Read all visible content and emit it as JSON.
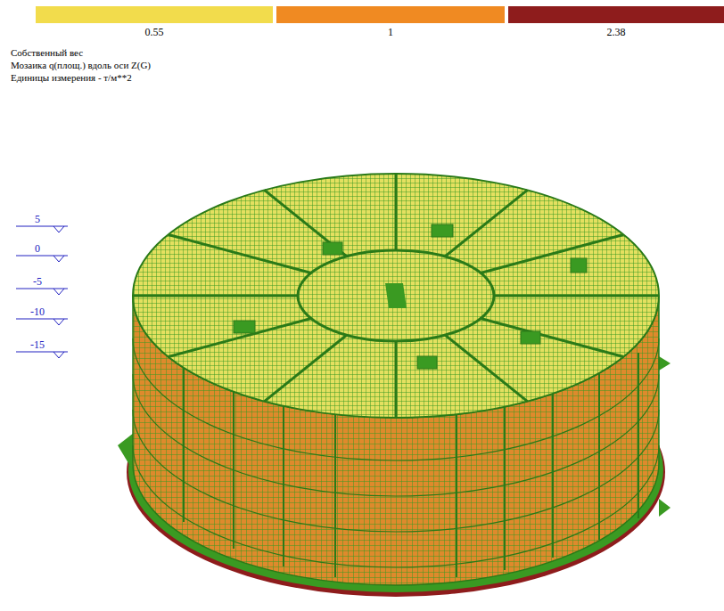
{
  "diagram": {
    "title": "Собственный вес",
    "labels": [
      "Мозаика q(площ.) вдоль оси  Z(G)",
      "Единицы измерения - т/м**2",
      "5",
      "0",
      "-5",
      "-10",
      "-15"
    ],
    "legend": [
      {
        "text": "0.55",
        "color": "#f2dc4c"
      },
      {
        "text": "1",
        "color": "#f08a22"
      },
      {
        "text": "2.38",
        "color": "#8e1c1c"
      }
    ]
  }
}
